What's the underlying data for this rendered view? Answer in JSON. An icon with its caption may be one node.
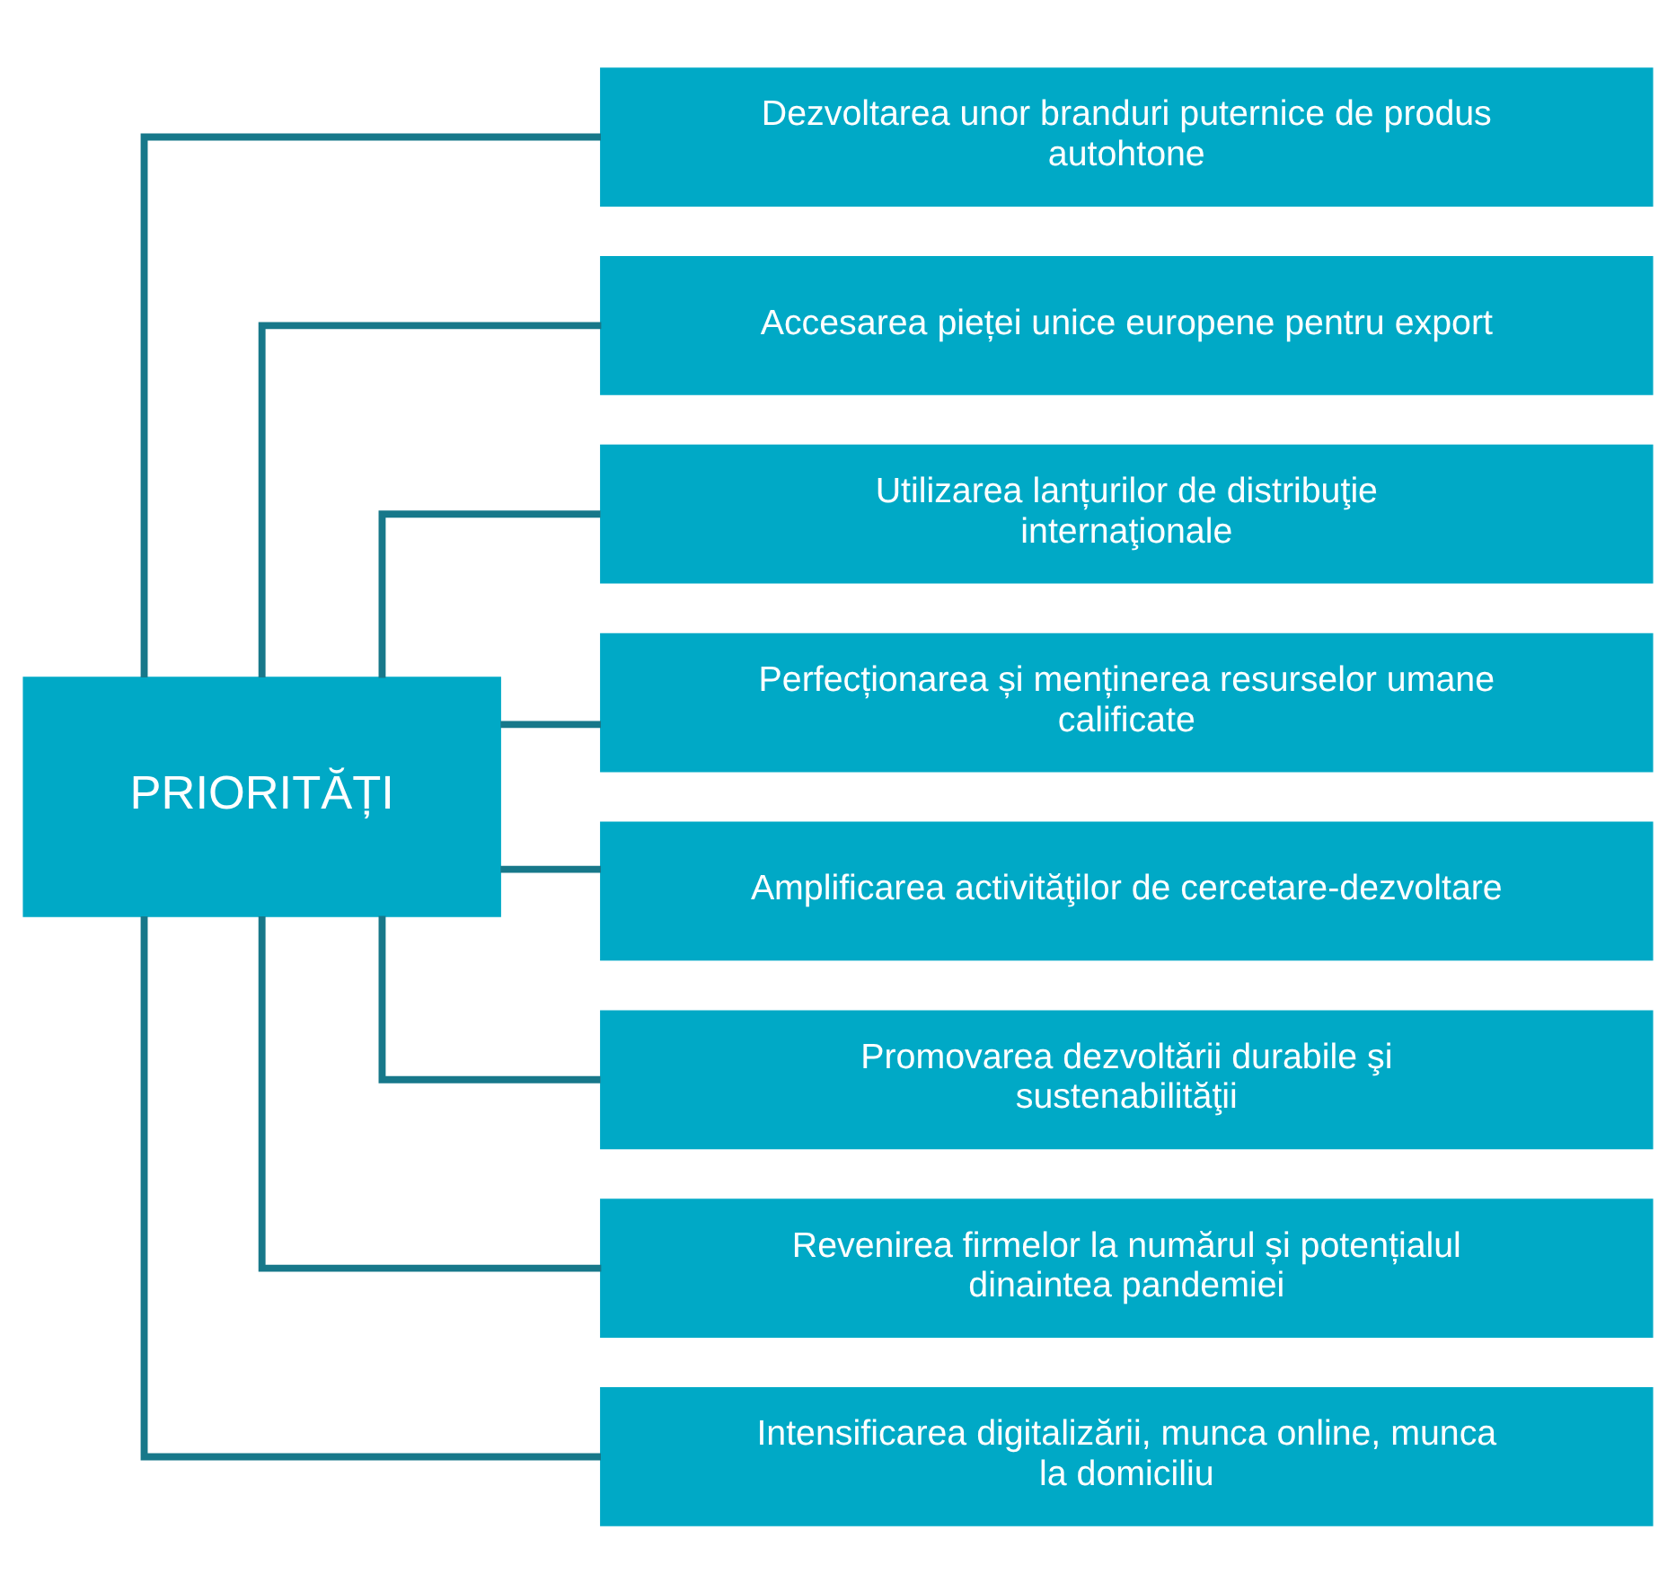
{
  "diagram": {
    "nodes": [
      {
        "text": [
          "PRIORITĂȚI"
        ]
      },
      {
        "text": [
          "Dezvoltarea unor branduri puternice de produs autohtone"
        ]
      },
      {
        "text": [
          "Accesarea pieței unice europene pentru export"
        ]
      },
      {
        "text": [
          "Utilizarea lanțurilor de distribuţie internaţionale"
        ]
      },
      {
        "text": [
          "Perfecționarea și menținerea resurselor umane calificate"
        ]
      },
      {
        "text": [
          "Amplificarea activităţilor de cercetare-dezvoltare"
        ]
      },
      {
        "text": [
          "Promovarea dezvoltării durabile şi sustenabilităţii"
        ]
      },
      {
        "text": [
          "Revenirea firmelor la numărul și potențialul dinaintea pandemiei"
        ]
      },
      {
        "text": [
          "Intensificarea digitalizării, munca online, munca la domiciliu"
        ]
      }
    ],
    "edges": [
      {
        "from": 0,
        "to": 1,
        "arrow": "none"
      },
      {
        "from": 0,
        "to": 2,
        "arrow": "none"
      },
      {
        "from": 0,
        "to": 3,
        "arrow": "none"
      },
      {
        "from": 0,
        "to": 4,
        "arrow": "none"
      },
      {
        "from": 0,
        "to": 5,
        "arrow": "none"
      },
      {
        "from": 0,
        "to": 6,
        "arrow": "none"
      },
      {
        "from": 0,
        "to": 7,
        "arrow": "none"
      },
      {
        "from": 0,
        "to": 8,
        "arrow": "none"
      }
    ]
  }
}
